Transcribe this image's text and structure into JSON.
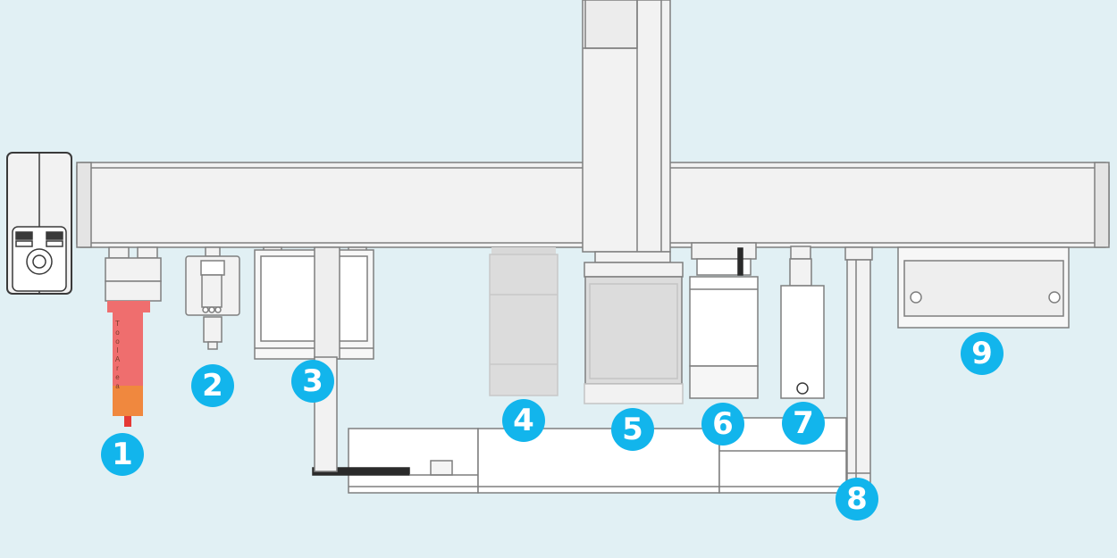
{
  "colors": {
    "background": "#e1f0f4",
    "badge": "#12b5ec",
    "badge_text": "#ffffff",
    "tool_red": "#ef6e6e",
    "tool_orange": "#f0883e",
    "outline": "#8d8d8d",
    "body_fill": "#f2f2f2",
    "dark": "#2a2a2a"
  },
  "tool_area_label": "ToolArea",
  "badges": [
    {
      "id": "1",
      "label": "1"
    },
    {
      "id": "2",
      "label": "2"
    },
    {
      "id": "3",
      "label": "3"
    },
    {
      "id": "4",
      "label": "4"
    },
    {
      "id": "5",
      "label": "5"
    },
    {
      "id": "6",
      "label": "6"
    },
    {
      "id": "7",
      "label": "7"
    },
    {
      "id": "8",
      "label": "8"
    },
    {
      "id": "9",
      "label": "9"
    }
  ]
}
